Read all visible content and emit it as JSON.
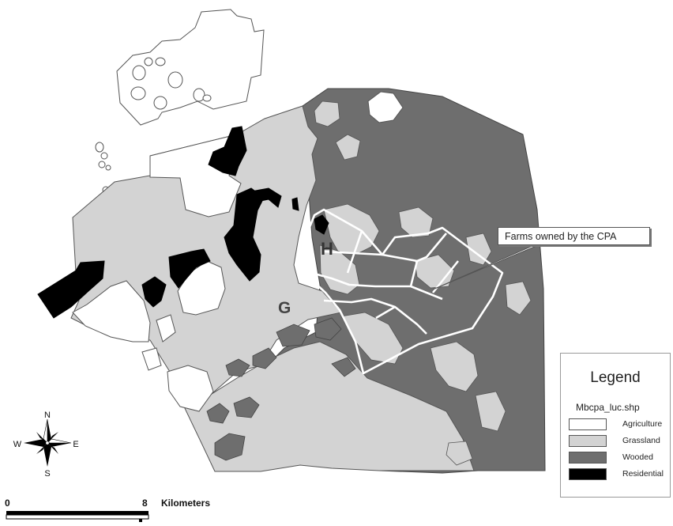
{
  "map": {
    "labels": {
      "h": "H",
      "g": "G"
    },
    "callout": "Farms owned by the CPA",
    "colors": {
      "agriculture": "#ffffff",
      "grassland": "#d3d3d3",
      "wooded": "#6e6e6e",
      "residential": "#000000",
      "farm_outline": "#ffffff"
    }
  },
  "legend": {
    "title": "Legend",
    "layer": "Mbcpa_luc.shp",
    "items": [
      {
        "label": "Agriculture",
        "color": "#ffffff"
      },
      {
        "label": "Grassland",
        "color": "#d3d3d3"
      },
      {
        "label": "Wooded",
        "color": "#6e6e6e"
      },
      {
        "label": "Residential",
        "color": "#000000"
      }
    ]
  },
  "compass": {
    "n": "N",
    "s": "S",
    "e": "E",
    "w": "W"
  },
  "scalebar": {
    "start": "0",
    "end": "8",
    "unit": "Kilometers"
  }
}
